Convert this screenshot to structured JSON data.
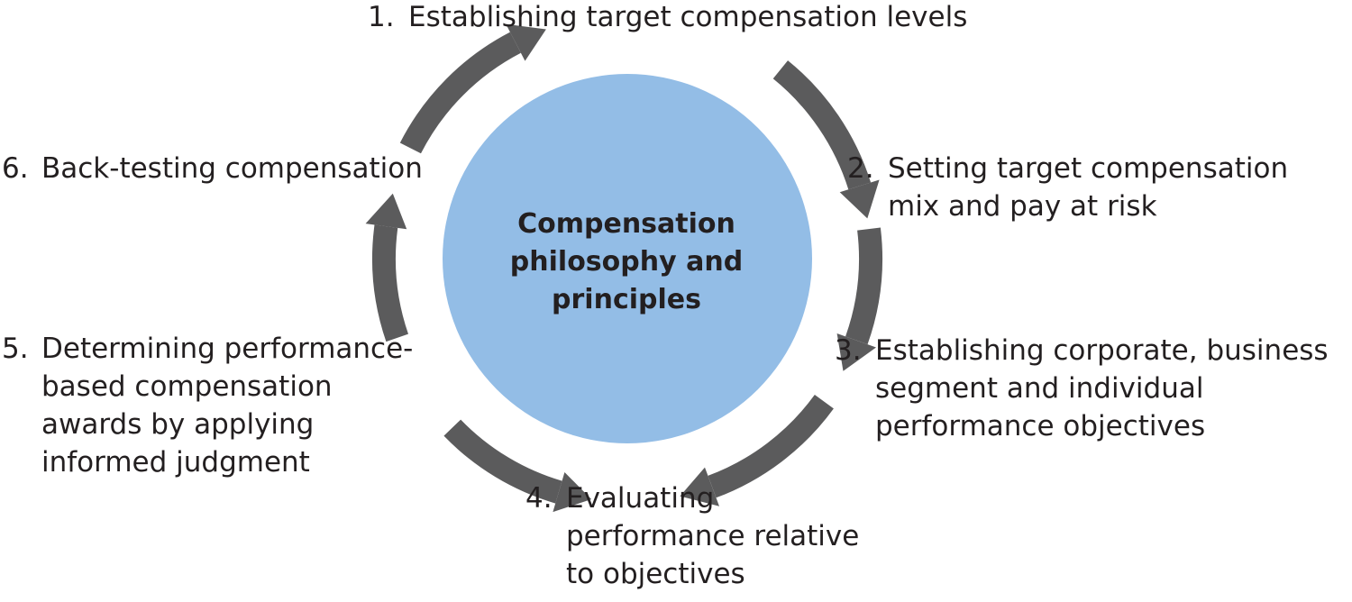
{
  "center": {
    "lines": [
      "Compensation",
      "philosophy and",
      "principles"
    ]
  },
  "steps": [
    {
      "number": "1.",
      "lines": [
        "Establishing target compensation levels"
      ]
    },
    {
      "number": "2.",
      "lines": [
        "Setting target compensation",
        "mix and pay at risk"
      ]
    },
    {
      "number": "3.",
      "lines": [
        "Establishing corporate, business",
        "segment and individual",
        "performance objectives"
      ]
    },
    {
      "number": "4.",
      "lines": [
        "Evaluating",
        "performance relative",
        "to objectives"
      ]
    },
    {
      "number": "5.",
      "lines": [
        "Determining performance-",
        "based compensation",
        "awards by applying",
        "informed judgment"
      ]
    },
    {
      "number": "6.",
      "lines": [
        "Back-testing compensation"
      ]
    }
  ],
  "colors": {
    "circle": "#93bde6",
    "arrow": "#5b5b5c",
    "text": "#231f20"
  }
}
